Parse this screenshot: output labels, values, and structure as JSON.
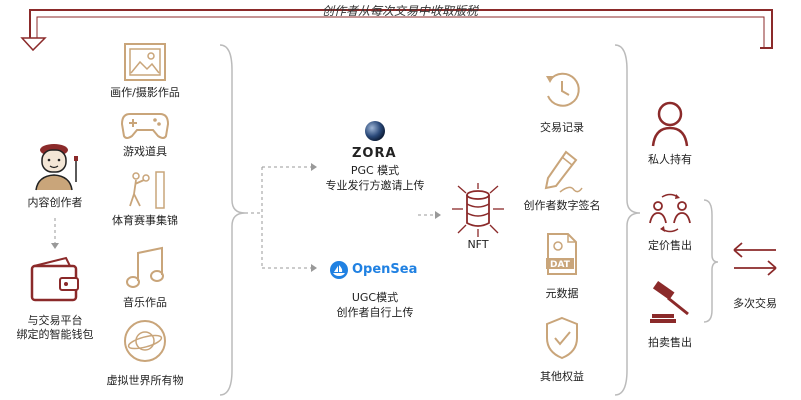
{
  "top_banner": {
    "text": "创作者从每次交易中收取版税"
  },
  "creator": {
    "label": "内容创作者"
  },
  "wallet": {
    "label_line1": "与交易平台",
    "label_line2": "绑定的智能钱包"
  },
  "works": [
    {
      "label": "画作/摄影作品",
      "icon": "picture-frame-icon"
    },
    {
      "label": "游戏道具",
      "icon": "gamepad-icon"
    },
    {
      "label": "体育赛事集锦",
      "icon": "basketball-player-icon"
    },
    {
      "label": "音乐作品",
      "icon": "music-note-icon"
    },
    {
      "label": "虚拟世界所有物",
      "icon": "planet-icon"
    }
  ],
  "platforms": {
    "zora": {
      "brand": "ZORA",
      "line1": "PGC 模式",
      "line2": "专业发行方邀请上传"
    },
    "opensea": {
      "brand": "OpenSea",
      "line1": "UGC模式",
      "line2": "创作者自行上传"
    }
  },
  "nft": {
    "label": "NFT"
  },
  "attributes": [
    {
      "label": "交易记录",
      "icon": "history-clock-icon"
    },
    {
      "label": "创作者数字签名",
      "icon": "pen-signature-icon"
    },
    {
      "label": "元数据",
      "icon": "dat-file-icon"
    },
    {
      "label": "其他权益",
      "icon": "shield-check-icon"
    }
  ],
  "ownership": [
    {
      "label": "私人持有",
      "icon": "person-icon"
    },
    {
      "label": "定价售出",
      "icon": "exchange-people-icon"
    },
    {
      "label": "拍卖售出",
      "icon": "gavel-icon"
    }
  ],
  "trades": {
    "label": "多次交易",
    "icon": "double-arrow-icon"
  },
  "colors": {
    "accent": "#8B2A2A",
    "line": "#999999",
    "tan": "#C9A57A"
  }
}
